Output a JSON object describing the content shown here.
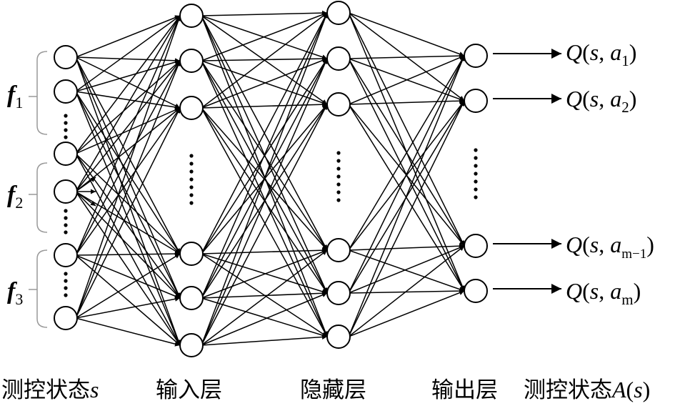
{
  "layers": {
    "state": "测控状态",
    "state_var": "s",
    "input": "输入层",
    "hidden": "隐藏层",
    "output": "输出层",
    "action_state": "测控状态",
    "action_var": "A",
    "action_open": "(",
    "action_arg": "s",
    "action_close": ")"
  },
  "features": [
    {
      "letter": "f",
      "sub": "1"
    },
    {
      "letter": "f",
      "sub": "2"
    },
    {
      "letter": "f",
      "sub": "3"
    }
  ],
  "outputs": [
    {
      "q": "Q",
      "open": "(",
      "s": "s",
      "comma": ", ",
      "a": "a",
      "sub": "1",
      "close": ")"
    },
    {
      "q": "Q",
      "open": "(",
      "s": "s",
      "comma": ", ",
      "a": "a",
      "sub": "2",
      "close": ")"
    },
    {
      "q": "Q",
      "open": "(",
      "s": "s",
      "comma": ", ",
      "a": "a",
      "sub": "m−1",
      "close": ")"
    },
    {
      "q": "Q",
      "open": "(",
      "s": "s",
      "comma": ", ",
      "a": "a",
      "sub": "m",
      "close": ")"
    }
  ],
  "colors": {
    "stroke": "#000000",
    "node_fill": "#ffffff",
    "bracket": "#999999"
  }
}
